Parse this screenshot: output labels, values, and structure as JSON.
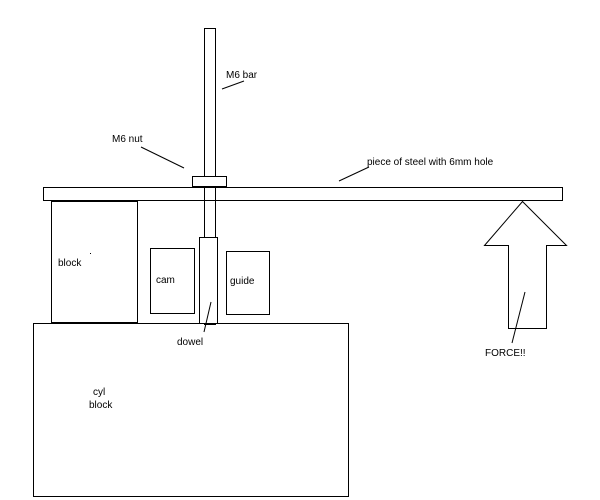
{
  "diagram": {
    "labels": {
      "m6_bar": "M6 bar",
      "m6_nut": "M6 nut",
      "steel": "piece of steel with 6mm hole",
      "block": "block",
      "cam": "cam",
      "guide": "guide",
      "dowel": "dowel",
      "force": "FORCE!!",
      "cyl_line1": "cyl",
      "cyl_line2": "block"
    },
    "colors": {
      "background": "#ffffff",
      "stroke": "#000000"
    }
  }
}
